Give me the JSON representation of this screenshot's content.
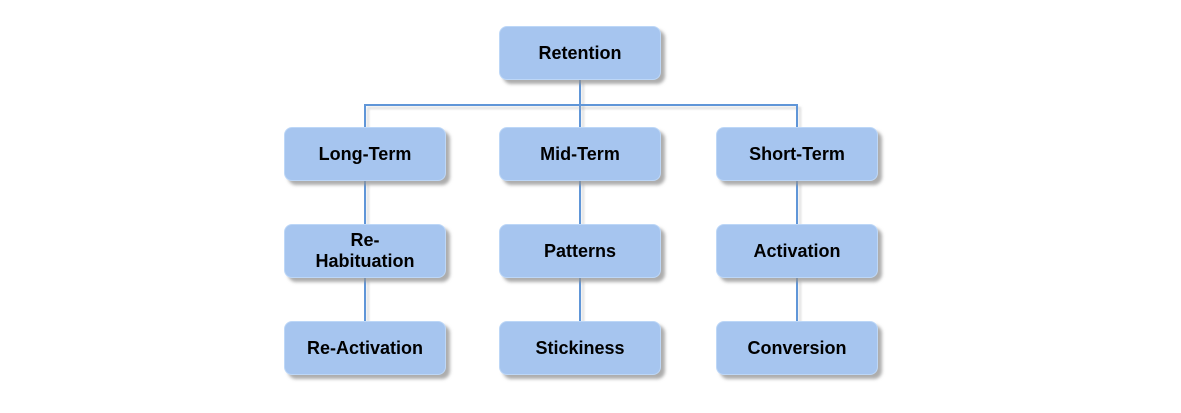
{
  "diagram": {
    "type": "tree",
    "background": "#ffffff",
    "nodes": [
      {
        "id": "retention",
        "label": "Retention",
        "level": 0
      },
      {
        "id": "long-term",
        "label": "Long-Term",
        "level": 1
      },
      {
        "id": "mid-term",
        "label": "Mid-Term",
        "level": 1
      },
      {
        "id": "short-term",
        "label": "Short-Term",
        "level": 1
      },
      {
        "id": "re-habituation",
        "label": "Re-\nHabituation",
        "level": 2
      },
      {
        "id": "patterns",
        "label": "Patterns",
        "level": 2
      },
      {
        "id": "activation",
        "label": "Activation",
        "level": 2
      },
      {
        "id": "re-activation",
        "label": "Re-Activation",
        "level": 3
      },
      {
        "id": "stickiness",
        "label": "Stickiness",
        "level": 3
      },
      {
        "id": "conversion",
        "label": "Conversion",
        "level": 3
      }
    ],
    "edges": [
      {
        "from": "retention",
        "to": "long-term"
      },
      {
        "from": "retention",
        "to": "mid-term"
      },
      {
        "from": "retention",
        "to": "short-term"
      },
      {
        "from": "long-term",
        "to": "re-habituation"
      },
      {
        "from": "mid-term",
        "to": "patterns"
      },
      {
        "from": "short-term",
        "to": "activation"
      },
      {
        "from": "re-habituation",
        "to": "re-activation"
      },
      {
        "from": "patterns",
        "to": "stickiness"
      },
      {
        "from": "activation",
        "to": "conversion"
      }
    ],
    "colors": {
      "node_fill": "#a6c5ef",
      "node_border": "#bdd7f7",
      "connector": "#6096d8",
      "shadow": "#919191",
      "text": "#000000",
      "background": "#ffffff"
    }
  }
}
